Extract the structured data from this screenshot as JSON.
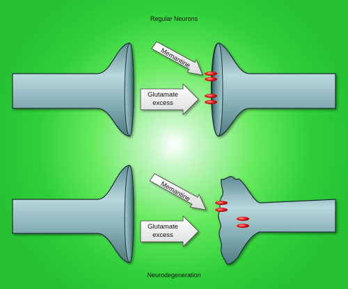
{
  "top_title": "Regular Neurons",
  "bottom_title": "Neurodegeneration",
  "memantine_label": "Memantine",
  "glutamate_label_line1": "Glutamate",
  "glutamate_label_line2": "excess"
}
